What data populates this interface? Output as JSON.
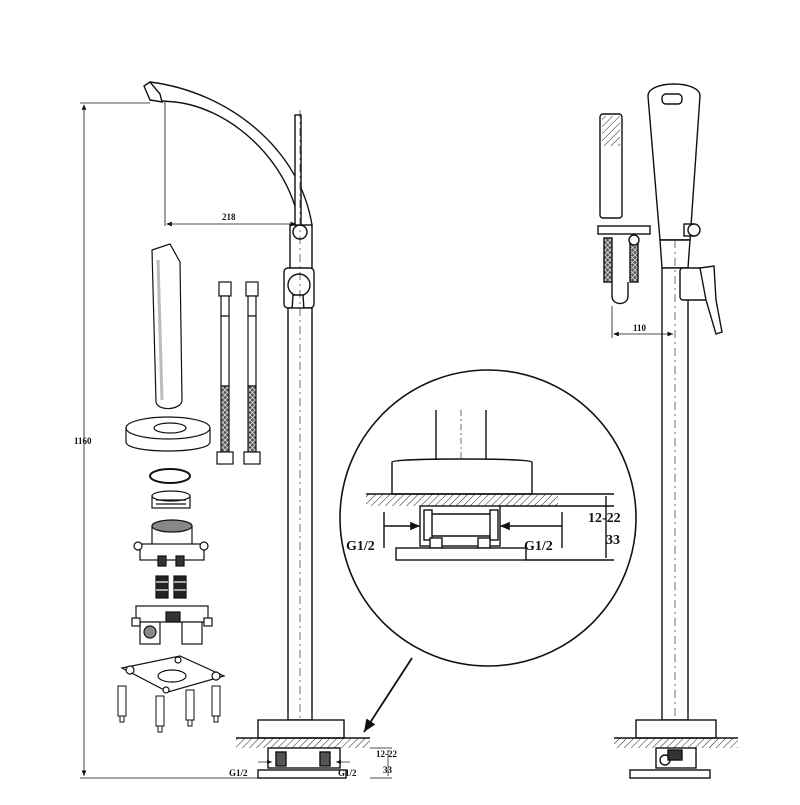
{
  "dimensions": {
    "overall_height": "1160",
    "spout_reach": "218",
    "handshower_offset": "110",
    "left_thread": "G1/2",
    "right_thread": "G1/2",
    "clearance": "12-22",
    "base_height": "33"
  },
  "detail_zoom": {
    "left_thread": "G1/2",
    "right_thread": "G1/2",
    "clearance": "12-22",
    "base_height": "33"
  },
  "colors": {
    "line": "#111111",
    "shade": "#d9d9d9",
    "dark": "#333333",
    "background": "#ffffff"
  }
}
